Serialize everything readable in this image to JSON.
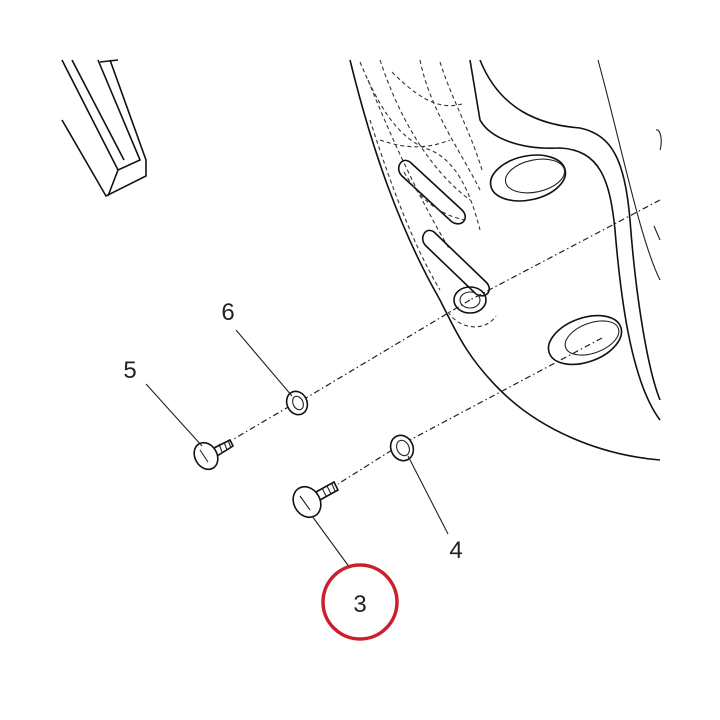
{
  "callouts": [
    {
      "id": "part-3",
      "text": "3",
      "highlighted": true
    },
    {
      "id": "part-4",
      "text": "4",
      "highlighted": false
    },
    {
      "id": "part-5",
      "text": "5",
      "highlighted": false
    },
    {
      "id": "part-6",
      "text": "6",
      "highlighted": false
    }
  ],
  "colors": {
    "highlight": "#cc1f2e",
    "line": "#111111",
    "background": "#ffffff"
  }
}
